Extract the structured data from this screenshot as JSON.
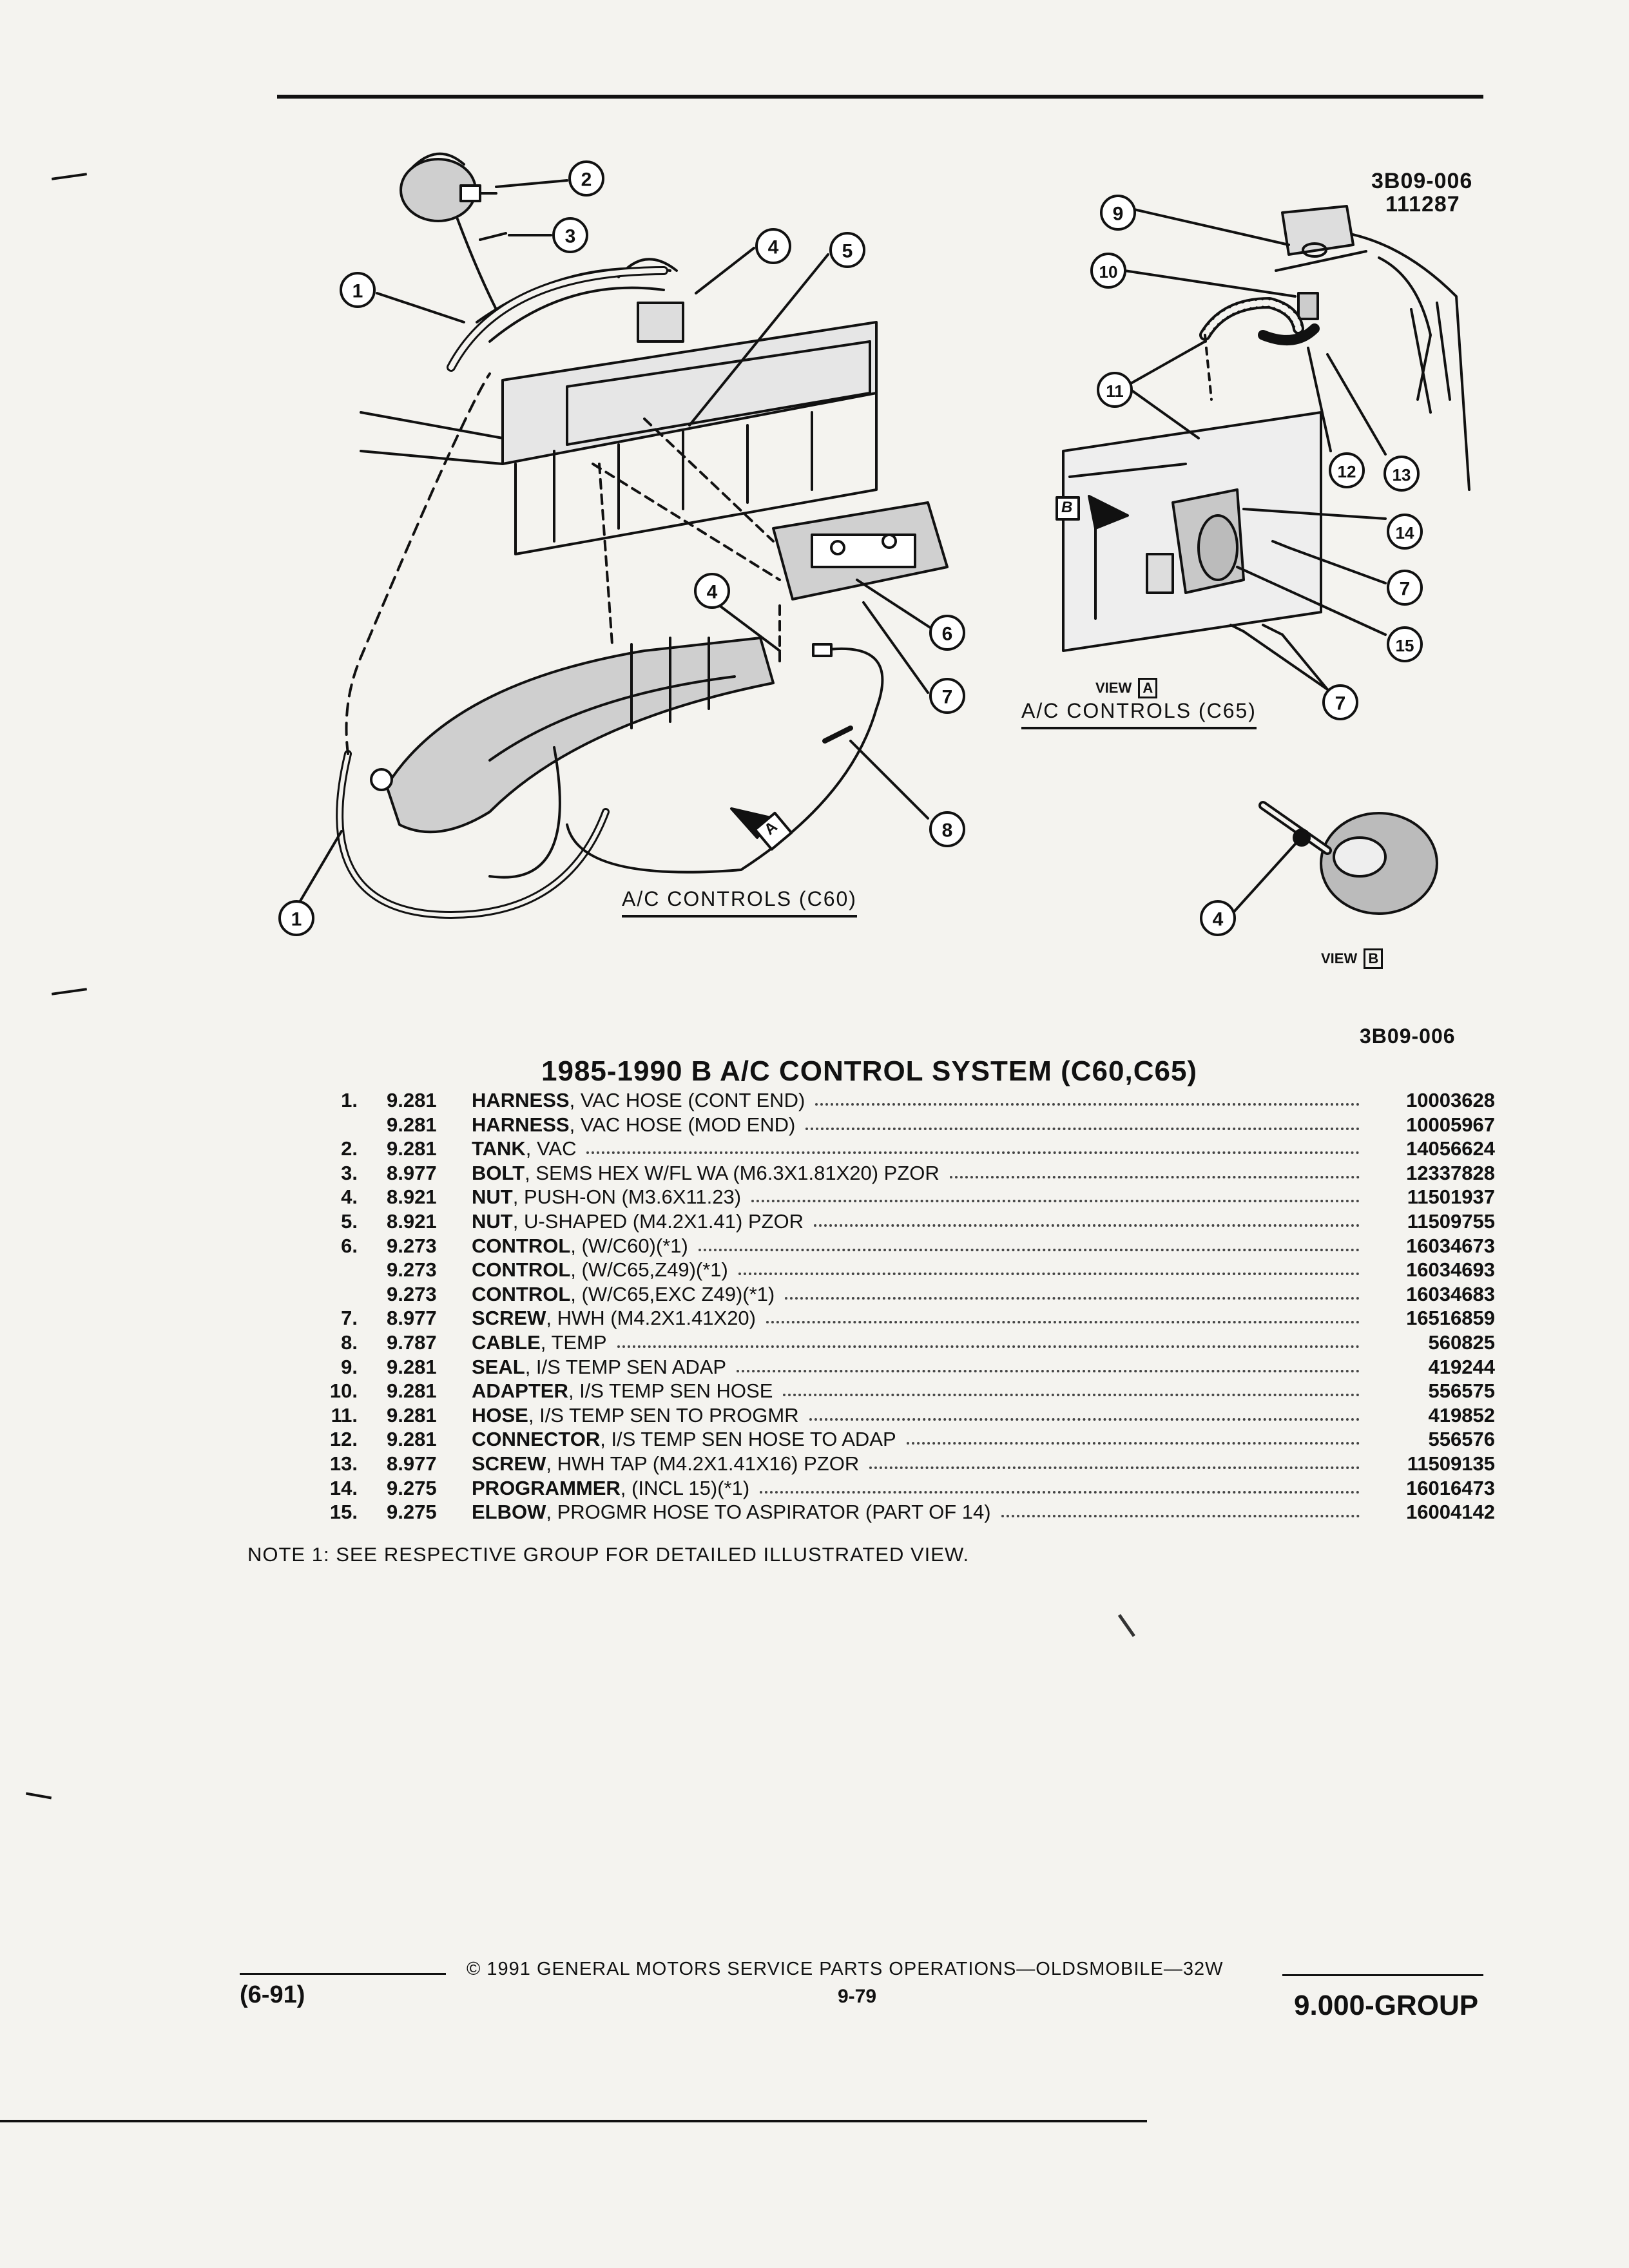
{
  "diagram": {
    "code_top": "3B09-006",
    "code_top_2": "111287",
    "code_bottom": "3B09-006",
    "caption_c60": "A/C CONTROLS (C60)",
    "caption_c65": "A/C CONTROLS (C65)",
    "view_a": "VIEW",
    "view_a_letter": "A",
    "view_b": "VIEW",
    "view_b_letter": "B",
    "arrow_a_letter": "A",
    "arrow_b_letter": "B",
    "callouts": [
      "1",
      "2",
      "3",
      "4",
      "5",
      "6",
      "7",
      "8",
      "9",
      "10",
      "11",
      "12",
      "13",
      "14",
      "15"
    ]
  },
  "title": "1985-1990 B A/C CONTROL SYSTEM (C60,C65)",
  "parts": [
    {
      "no": "1.",
      "group": "9.281",
      "name": "HARNESS",
      "detail": ", VAC HOSE (CONT END)",
      "part": "10003628"
    },
    {
      "no": "",
      "group": "9.281",
      "name": "HARNESS",
      "detail": ", VAC HOSE (MOD END)",
      "part": "10005967"
    },
    {
      "no": "2.",
      "group": "9.281",
      "name": "TANK",
      "detail": ", VAC",
      "part": "14056624"
    },
    {
      "no": "3.",
      "group": "8.977",
      "name": "BOLT",
      "detail": ", SEMS HEX W/FL WA (M6.3X1.81X20) PZOR",
      "part": "12337828"
    },
    {
      "no": "4.",
      "group": "8.921",
      "name": "NUT",
      "detail": ", PUSH-ON (M3.6X11.23)",
      "part": "11501937"
    },
    {
      "no": "5.",
      "group": "8.921",
      "name": "NUT",
      "detail": ", U-SHAPED (M4.2X1.41) PZOR",
      "part": "11509755"
    },
    {
      "no": "6.",
      "group": "9.273",
      "name": "CONTROL",
      "detail": ", (W/C60)(*1)",
      "part": "16034673"
    },
    {
      "no": "",
      "group": "9.273",
      "name": "CONTROL",
      "detail": ", (W/C65,Z49)(*1)",
      "part": "16034693"
    },
    {
      "no": "",
      "group": "9.273",
      "name": "CONTROL",
      "detail": ", (W/C65,EXC Z49)(*1)",
      "part": "16034683"
    },
    {
      "no": "7.",
      "group": "8.977",
      "name": "SCREW",
      "detail": ", HWH (M4.2X1.41X20)",
      "part": "16516859"
    },
    {
      "no": "8.",
      "group": "9.787",
      "name": "CABLE",
      "detail": ", TEMP",
      "part": "560825"
    },
    {
      "no": "9.",
      "group": "9.281",
      "name": "SEAL",
      "detail": ", I/S TEMP SEN ADAP",
      "part": "419244"
    },
    {
      "no": "10.",
      "group": "9.281",
      "name": "ADAPTER",
      "detail": ", I/S TEMP SEN HOSE",
      "part": "556575"
    },
    {
      "no": "11.",
      "group": "9.281",
      "name": "HOSE",
      "detail": ", I/S TEMP SEN TO PROGMR",
      "part": "419852"
    },
    {
      "no": "12.",
      "group": "9.281",
      "name": "CONNECTOR",
      "detail": ", I/S TEMP SEN HOSE TO ADAP",
      "part": "556576"
    },
    {
      "no": "13.",
      "group": "8.977",
      "name": "SCREW",
      "detail": ", HWH TAP (M4.2X1.41X16) PZOR",
      "part": "11509135"
    },
    {
      "no": "14.",
      "group": "9.275",
      "name": "PROGRAMMER",
      "detail": ", (INCL 15)(*1)",
      "part": "16016473"
    },
    {
      "no": "15.",
      "group": "9.275",
      "name": "ELBOW",
      "detail": ", PROGMR HOSE TO ASPIRATOR (PART OF 14)",
      "part": "16004142"
    }
  ],
  "note": "NOTE  1:  SEE RESPECTIVE GROUP FOR DETAILED ILLUSTRATED VIEW.",
  "footer": {
    "date": "(6-91)",
    "copyright": "© 1991 GENERAL MOTORS SERVICE PARTS OPERATIONS—OLDSMOBILE—32W",
    "page": "9-79",
    "group": "9.000-GROUP"
  }
}
